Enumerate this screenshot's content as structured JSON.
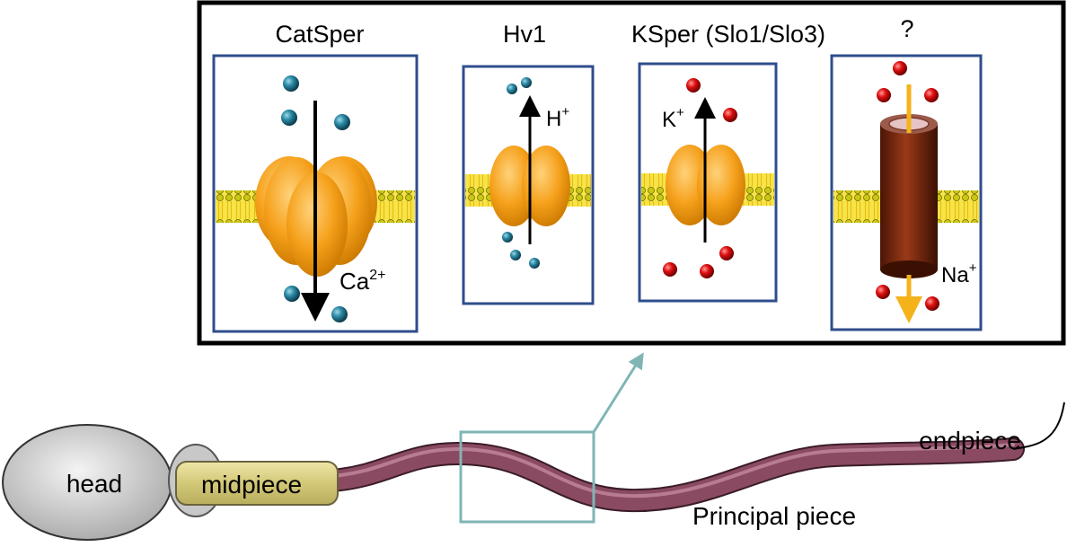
{
  "channels": [
    {
      "id": "catsper",
      "title": "CatSper",
      "ion_symbol": "Ca",
      "ion_charge": "2+"
    },
    {
      "id": "hv1",
      "title": "Hv1",
      "ion_symbol": "H",
      "ion_charge": "+"
    },
    {
      "id": "ksper",
      "title": "KSper (Slo1/Slo3)",
      "ion_symbol": "K",
      "ion_charge": "+"
    },
    {
      "id": "unknown",
      "title": "?",
      "ion_symbol": "Na",
      "ion_charge": "+"
    }
  ],
  "sperm": {
    "head_label": "head",
    "midpiece_label": "midpiece",
    "principal_label": "Principal piece",
    "endpiece_label": "endpiece"
  },
  "colors": {
    "frame": "#000000",
    "box_border": "#2f4d8c",
    "protein": "#f5a01a",
    "membrane": "#f2dc1f",
    "lipid_head": "#c9c615",
    "ion_ca_h": "#1e6f86",
    "ion_k_na": "#cc0000",
    "channel_tube": "#7a2a10",
    "sodium_arrow": "#f5b21a",
    "tail": "#8a4a62",
    "head": "#c8c8c8",
    "midpiece": "#d8cf8a",
    "zoom": "#7fb5b5"
  }
}
